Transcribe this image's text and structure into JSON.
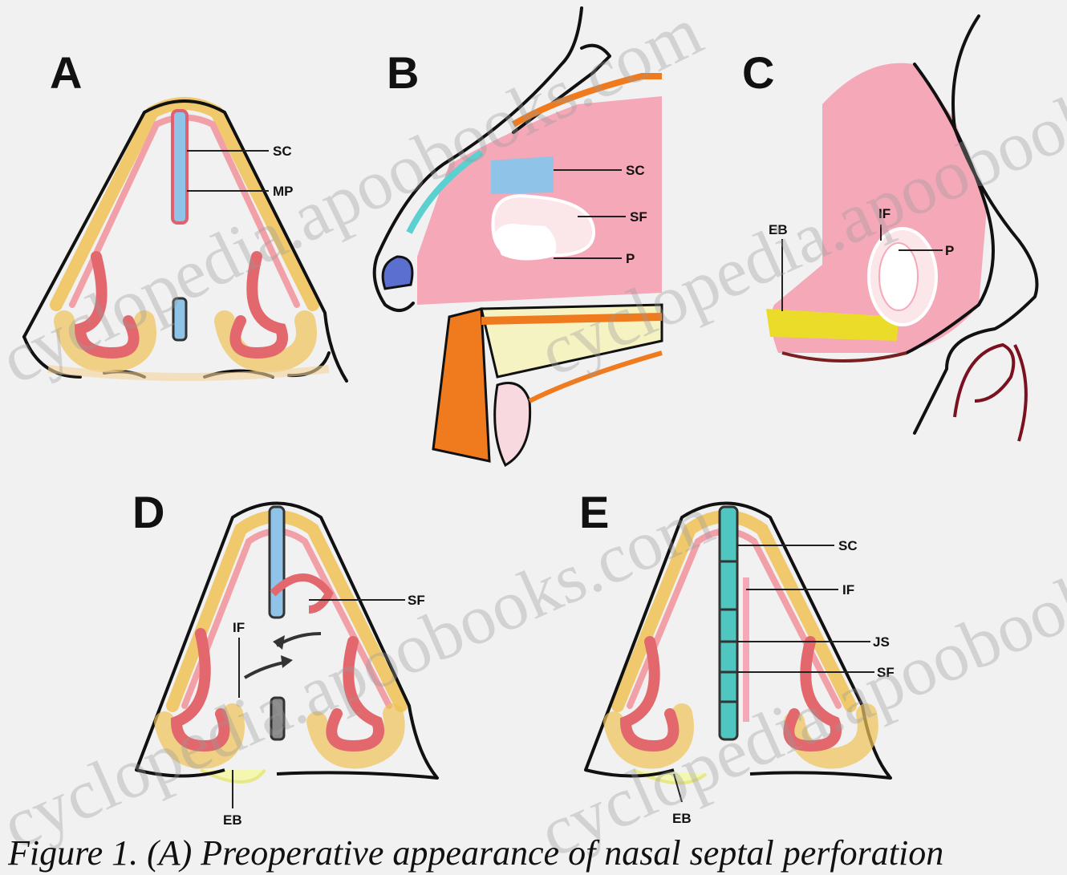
{
  "panels": {
    "a": {
      "letter": "A",
      "labels": {
        "sc": "SC",
        "mp": "MP"
      }
    },
    "b": {
      "letter": "B",
      "labels": {
        "sc": "SC",
        "sf": "SF",
        "p": "P"
      }
    },
    "c": {
      "letter": "C",
      "labels": {
        "eb": "EB",
        "if": "IF",
        "p": "P"
      }
    },
    "d": {
      "letter": "D",
      "labels": {
        "sf": "SF",
        "if": "IF",
        "eb": "EB"
      }
    },
    "e": {
      "letter": "E",
      "labels": {
        "sc": "SC",
        "if": "IF",
        "js": "JS",
        "sf": "SF",
        "eb": "EB"
      }
    }
  },
  "watermark": "cyclopedia.apoobooks.com",
  "caption": "Figure 1. (A) Preoperative appearance of nasal septal perforation",
  "colors": {
    "mucosa_pink": "#f4a8b8",
    "cartilage_blue": "#8fc3e8",
    "fat_yellow": "#ecdc2a",
    "bone_orange": "#f07a1e",
    "teal_graft": "#4fc6c0"
  }
}
